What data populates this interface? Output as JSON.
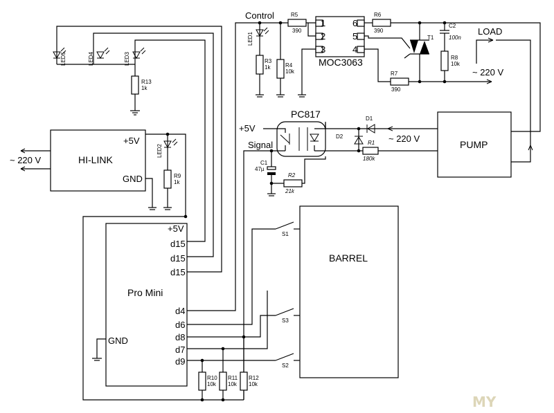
{
  "modules": {
    "hilink": "HI-LINK",
    "hilink_5v": "+5V",
    "hilink_gnd": "GND",
    "promini": "Pro Mini",
    "pump": "PUMP",
    "barrel": "BARREL",
    "opto_ic": "MOC3063",
    "pc817": "PC817"
  },
  "promini_pins": [
    "+5V",
    "d15",
    "d15",
    "d15",
    "d4",
    "d6",
    "d8",
    "d7",
    "d9",
    "GND"
  ],
  "labels": {
    "control": "Control",
    "signal": "Signal",
    "load": "LOAD",
    "ac_left": "~ 220 V",
    "ac_load": "~ 220 V",
    "ac_pump": "~ 220 V",
    "plus5v": "+5V"
  },
  "ic_pins": [
    "1",
    "2",
    "3",
    "6",
    "5",
    "4"
  ],
  "switches": [
    "S1",
    "S3",
    "S2"
  ],
  "leds": [
    "LED5",
    "LED4",
    "LED3",
    "LED2",
    "LED1"
  ],
  "parts": {
    "r13_name": "R13",
    "r13_val": "1k",
    "r9_name": "R9",
    "r9_val": "1k",
    "r5_name": "R5",
    "r5_val": "390",
    "r3_name": "R3",
    "r3_val": "1k",
    "r4_name": "R4",
    "r4_val": "10k",
    "r6_name": "R6",
    "r6_val": "390",
    "r7_name": "R7",
    "r7_val": "390",
    "r8_name": "R8",
    "r8_val": "10k",
    "c2_name": "C2",
    "c2_val": "100n",
    "t1_name": "T1",
    "d1_name": "D1",
    "d2_name": "D2",
    "r1_name": "R1",
    "r1_val": "180k",
    "c1_name": "C1",
    "c1_val": "47µ",
    "r2_name": "R2",
    "r2_val": "21k",
    "r10_name": "R10",
    "r10_val": "10k",
    "r11_name": "R11",
    "r11_val": "10k",
    "r12_name": "R12",
    "r12_val": "10k"
  },
  "watermark": "MY"
}
